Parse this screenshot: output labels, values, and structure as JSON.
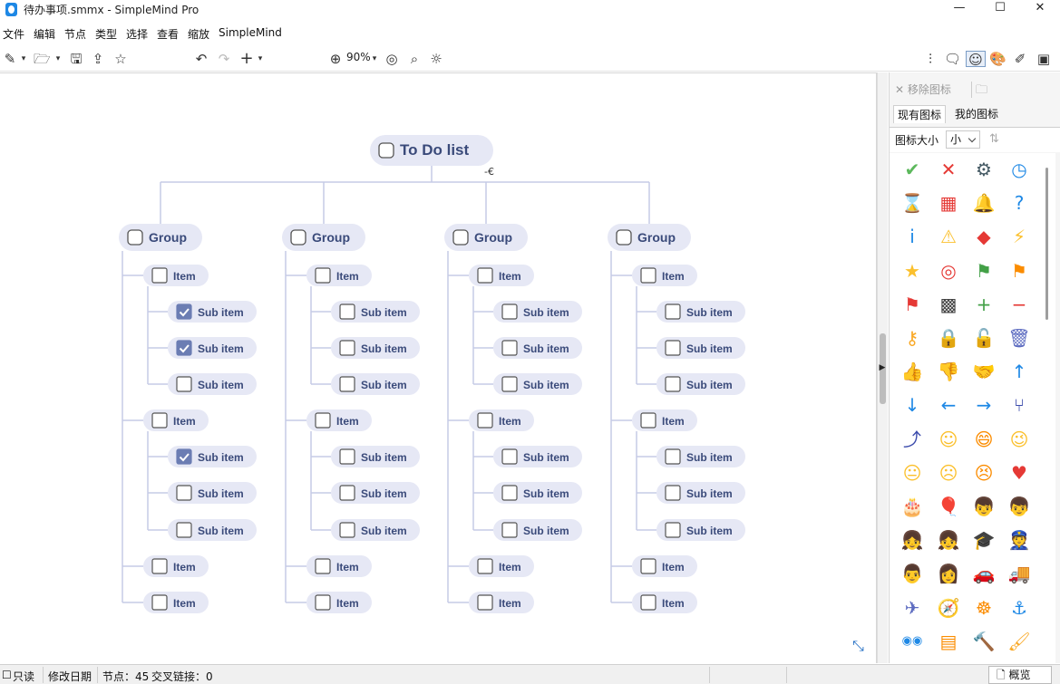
{
  "window": {
    "title": "待办事项.smmx - SimpleMind Pro",
    "minimize": "—",
    "maximize": "☐",
    "close": "✕"
  },
  "menu": [
    "文件",
    "编辑",
    "节点",
    "类型",
    "选择",
    "查看",
    "缩放",
    "SimpleMind"
  ],
  "toolbar": {
    "zoom": "90%",
    "icons_left": [
      "new-file-icon",
      "open-folder-icon",
      "save-icon",
      "share-icon",
      "star-icon",
      "undo-icon",
      "redo-icon",
      "add-icon",
      "zoom-icon",
      "focus-icon",
      "search-icon",
      "bulb-icon"
    ],
    "icons_right": [
      "tree-icon",
      "note-icon",
      "smiley-icon",
      "palette-icon",
      "style-icon",
      "image-icon"
    ]
  },
  "mindmap": {
    "root": "To Do list",
    "groups": [
      {
        "label": "Group",
        "items": [
          {
            "label": "Item",
            "subitems": [
              {
                "label": "Sub item",
                "checked": true
              },
              {
                "label": "Sub item",
                "checked": true
              },
              {
                "label": "Sub item",
                "checked": false
              }
            ]
          },
          {
            "label": "Item",
            "subitems": [
              {
                "label": "Sub item",
                "checked": true
              },
              {
                "label": "Sub item",
                "checked": false
              },
              {
                "label": "Sub item",
                "checked": false
              }
            ]
          },
          {
            "label": "Item",
            "subitems": []
          },
          {
            "label": "Item",
            "subitems": []
          }
        ]
      },
      {
        "label": "Group",
        "items": [
          {
            "label": "Item",
            "subitems": [
              {
                "label": "Sub item",
                "checked": false
              },
              {
                "label": "Sub item",
                "checked": false
              },
              {
                "label": "Sub item",
                "checked": false
              }
            ]
          },
          {
            "label": "Item",
            "subitems": [
              {
                "label": "Sub item",
                "checked": false
              },
              {
                "label": "Sub item",
                "checked": false
              },
              {
                "label": "Sub item",
                "checked": false
              }
            ]
          },
          {
            "label": "Item",
            "subitems": []
          },
          {
            "label": "Item",
            "subitems": []
          }
        ]
      },
      {
        "label": "Group",
        "items": [
          {
            "label": "Item",
            "subitems": [
              {
                "label": "Sub item",
                "checked": false
              },
              {
                "label": "Sub item",
                "checked": false
              },
              {
                "label": "Sub item",
                "checked": false
              }
            ]
          },
          {
            "label": "Item",
            "subitems": [
              {
                "label": "Sub item",
                "checked": false
              },
              {
                "label": "Sub item",
                "checked": false
              },
              {
                "label": "Sub item",
                "checked": false
              }
            ]
          },
          {
            "label": "Item",
            "subitems": []
          },
          {
            "label": "Item",
            "subitems": []
          }
        ]
      },
      {
        "label": "Group",
        "items": [
          {
            "label": "Item",
            "subitems": [
              {
                "label": "Sub item",
                "checked": false
              },
              {
                "label": "Sub item",
                "checked": false
              },
              {
                "label": "Sub item",
                "checked": false
              }
            ]
          },
          {
            "label": "Item",
            "subitems": [
              {
                "label": "Sub item",
                "checked": false
              },
              {
                "label": "Sub item",
                "checked": false
              },
              {
                "label": "Sub item",
                "checked": false
              }
            ]
          },
          {
            "label": "Item",
            "subitems": []
          },
          {
            "label": "Item",
            "subitems": []
          }
        ]
      }
    ],
    "colors": {
      "node_bg": "#e6e8f5",
      "text": "#3a4a7a",
      "line": "#c5cbe6",
      "check": "#6b7db3"
    }
  },
  "panel": {
    "remove_icon": "移除图标",
    "tab_current": "现有图标",
    "tab_mine": "我的图标",
    "size_label": "图标大小",
    "size_value": "小",
    "icons": [
      {
        "name": "check-icon",
        "glyph": "✔",
        "color": "#5cb85c"
      },
      {
        "name": "cross-icon",
        "glyph": "✕",
        "color": "#e53935"
      },
      {
        "name": "gear-icon",
        "glyph": "⚙",
        "color": "#455a64"
      },
      {
        "name": "clock-icon",
        "glyph": "◷",
        "color": "#1e88e5"
      },
      {
        "name": "hourglass-icon",
        "glyph": "⌛",
        "color": "#6d4c41"
      },
      {
        "name": "calendar-icon",
        "glyph": "▦",
        "color": "#e53935"
      },
      {
        "name": "bell-icon",
        "glyph": "🔔",
        "color": "#f9a825"
      },
      {
        "name": "question-icon",
        "glyph": "?",
        "color": "#1e88e5"
      },
      {
        "name": "info-icon",
        "glyph": "i",
        "color": "#1e88e5"
      },
      {
        "name": "warning-icon",
        "glyph": "⚠",
        "color": "#fbc02d"
      },
      {
        "name": "error-icon",
        "glyph": "◆",
        "color": "#e53935"
      },
      {
        "name": "lightning-icon",
        "glyph": "⚡",
        "color": "#fbc02d"
      },
      {
        "name": "star-icon",
        "glyph": "★",
        "color": "#fbc02d"
      },
      {
        "name": "target-icon",
        "glyph": "◎",
        "color": "#e53935"
      },
      {
        "name": "green-flag-icon",
        "glyph": "⚑",
        "color": "#43a047"
      },
      {
        "name": "orange-flag-icon",
        "glyph": "⚑",
        "color": "#fb8c00"
      },
      {
        "name": "red-flag-icon",
        "glyph": "⚑",
        "color": "#e53935"
      },
      {
        "name": "checkered-flag-icon",
        "glyph": "▩",
        "color": "#424242"
      },
      {
        "name": "plus-icon",
        "glyph": "+",
        "color": "#43a047"
      },
      {
        "name": "minus-icon",
        "glyph": "−",
        "color": "#e53935"
      },
      {
        "name": "key-icon",
        "glyph": "⚷",
        "color": "#f9a825"
      },
      {
        "name": "lock-icon",
        "glyph": "🔒",
        "color": "#fb8c00"
      },
      {
        "name": "unlock-icon",
        "glyph": "🔓",
        "color": "#fb8c00"
      },
      {
        "name": "trash-icon",
        "glyph": "🗑",
        "color": "#5c6bc0"
      },
      {
        "name": "thumbs-up-icon",
        "glyph": "👍",
        "color": "#26a69a"
      },
      {
        "name": "thumbs-down-icon",
        "glyph": "👎",
        "color": "#26a69a"
      },
      {
        "name": "handshake-icon",
        "glyph": "🤝",
        "color": "#fb8c00"
      },
      {
        "name": "arrow-up-icon",
        "glyph": "↑",
        "color": "#1e88e5"
      },
      {
        "name": "arrow-down-icon",
        "glyph": "↓",
        "color": "#1e88e5"
      },
      {
        "name": "arrow-left-icon",
        "glyph": "←",
        "color": "#1e88e5"
      },
      {
        "name": "arrow-right-icon",
        "glyph": "→",
        "color": "#1e88e5"
      },
      {
        "name": "merge-icon",
        "glyph": "⑂",
        "color": "#3949ab"
      },
      {
        "name": "split-icon",
        "glyph": "⤴",
        "color": "#3949ab"
      },
      {
        "name": "smile-icon",
        "glyph": "☺",
        "color": "#fbc02d"
      },
      {
        "name": "grin-icon",
        "glyph": "😄",
        "color": "#fb8c00"
      },
      {
        "name": "wink-icon",
        "glyph": "😉",
        "color": "#fbc02d"
      },
      {
        "name": "neutral-face-icon",
        "glyph": "😐",
        "color": "#fbc02d"
      },
      {
        "name": "sad-face-icon",
        "glyph": "☹",
        "color": "#fbc02d"
      },
      {
        "name": "angry-face-icon",
        "glyph": "😣",
        "color": "#fb8c00"
      },
      {
        "name": "heart-icon",
        "glyph": "♥",
        "color": "#e53935"
      },
      {
        "name": "cake-icon",
        "glyph": "🎂",
        "color": "#ec407a"
      },
      {
        "name": "balloon-icon",
        "glyph": "🎈",
        "color": "#e53935"
      },
      {
        "name": "boy-icon",
        "glyph": "👦",
        "color": "#6d4c41"
      },
      {
        "name": "boy-dark-icon",
        "glyph": "👦",
        "color": "#4e342e"
      },
      {
        "name": "girl-icon",
        "glyph": "👧",
        "color": "#e64a19"
      },
      {
        "name": "girl-dark-icon",
        "glyph": "👧",
        "color": "#5d4037"
      },
      {
        "name": "graduate-cap-icon",
        "glyph": "🎓",
        "color": "#37474f"
      },
      {
        "name": "police-icon",
        "glyph": "👮",
        "color": "#283593"
      },
      {
        "name": "man-icon",
        "glyph": "👨",
        "color": "#37474f"
      },
      {
        "name": "woman-icon",
        "glyph": "👩",
        "color": "#e64a19"
      },
      {
        "name": "car-icon",
        "glyph": "🚗",
        "color": "#e53935"
      },
      {
        "name": "truck-icon",
        "glyph": "🚚",
        "color": "#43a047"
      },
      {
        "name": "airplane-icon",
        "glyph": "✈",
        "color": "#5c6bc0"
      },
      {
        "name": "compass-icon",
        "glyph": "🧭",
        "color": "#1e88e5"
      },
      {
        "name": "helm-icon",
        "glyph": "☸",
        "color": "#fb8c00"
      },
      {
        "name": "anchor-icon",
        "glyph": "⚓",
        "color": "#1e88e5"
      },
      {
        "name": "binoculars-icon",
        "glyph": "◉◉",
        "color": "#1e88e5"
      },
      {
        "name": "brick-icon",
        "glyph": "▤",
        "color": "#fb8c00"
      },
      {
        "name": "hammer-icon",
        "glyph": "🔨",
        "color": "#6d4c41"
      },
      {
        "name": "brush-icon",
        "glyph": "🖌",
        "color": "#f9a825"
      }
    ]
  },
  "status": {
    "readonly": "只读",
    "modified": "修改日期",
    "nodes": "节点：45",
    "cross_links": "交叉链接：0",
    "overview": "概览"
  }
}
